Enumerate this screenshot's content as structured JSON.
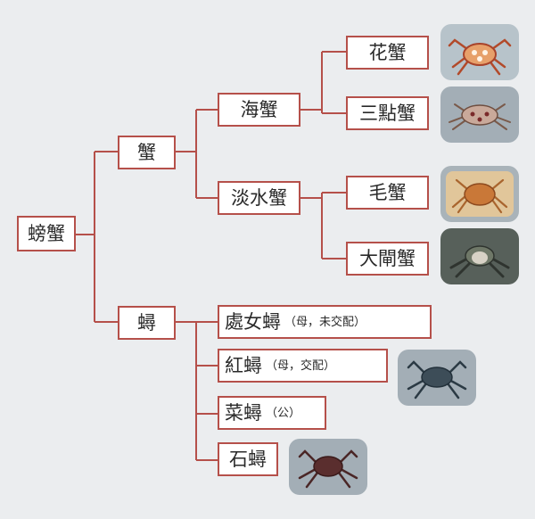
{
  "root": {
    "label": "螃蟹"
  },
  "branches": {
    "crab": {
      "label": "蟹"
    },
    "female": {
      "label": "蟳"
    }
  },
  "crab_groups": {
    "sea": {
      "label": "海蟹"
    },
    "freshwater": {
      "label": "淡水蟹"
    }
  },
  "species": {
    "flower_crab": {
      "label": "花蟹"
    },
    "three_spot": {
      "label": "三點蟹"
    },
    "hairy_crab": {
      "label": "毛蟹"
    },
    "big_gate": {
      "label": "大閘蟹"
    },
    "virgin": {
      "label": "處女蟳",
      "note": "（母，未交配）"
    },
    "red": {
      "label": "紅蟳",
      "note": "（母，交配）"
    },
    "vegetable": {
      "label": "菜蟳",
      "note": "（公）"
    },
    "stone": {
      "label": "石蟳"
    }
  },
  "colors": {
    "line": "#b5504a",
    "background": "#ebedef",
    "thumb": "#a3aeb6"
  },
  "thumbnails": [
    {
      "name": "flower-crab-photo",
      "icon": "crab-photo"
    },
    {
      "name": "three-spot-crab-photo",
      "icon": "crab-photo"
    },
    {
      "name": "hairy-crab-photo",
      "icon": "crab-photo"
    },
    {
      "name": "big-gate-crab-photo",
      "icon": "crab-photo"
    },
    {
      "name": "red-crab-photo",
      "icon": "crab-photo"
    },
    {
      "name": "stone-crab-photo",
      "icon": "crab-photo"
    }
  ]
}
